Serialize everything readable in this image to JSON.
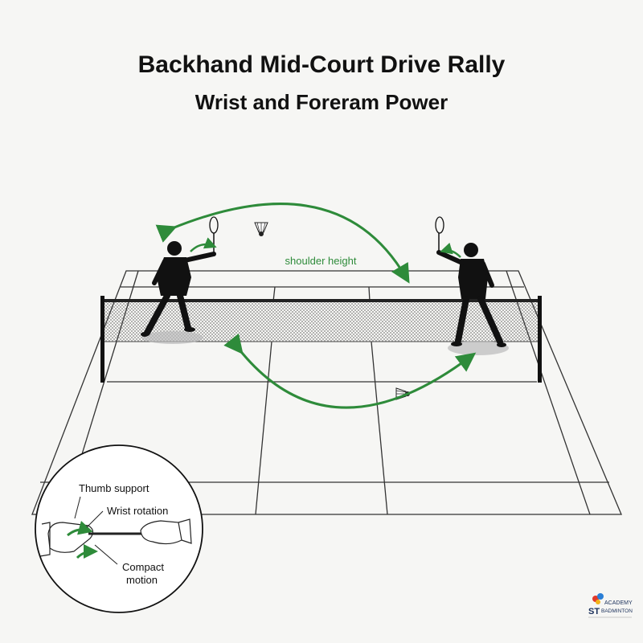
{
  "title": "Backhand Mid-Court Drive Rally",
  "subtitle": "Wrist and Foreram Power",
  "annotations": {
    "shoulder_height": "shoulder height"
  },
  "inset": {
    "thumb_support": "Thumb support",
    "wrist_rotation": "Wrist rotation",
    "compact_line1": "Compact",
    "compact_line2": "motion"
  },
  "logo": {
    "academy": "ACADEMY",
    "st": "ST",
    "badminton": "BADMINTON"
  },
  "colors": {
    "arrow_green": "#2e8b3a",
    "ink": "#111111",
    "court_line": "#333333"
  }
}
